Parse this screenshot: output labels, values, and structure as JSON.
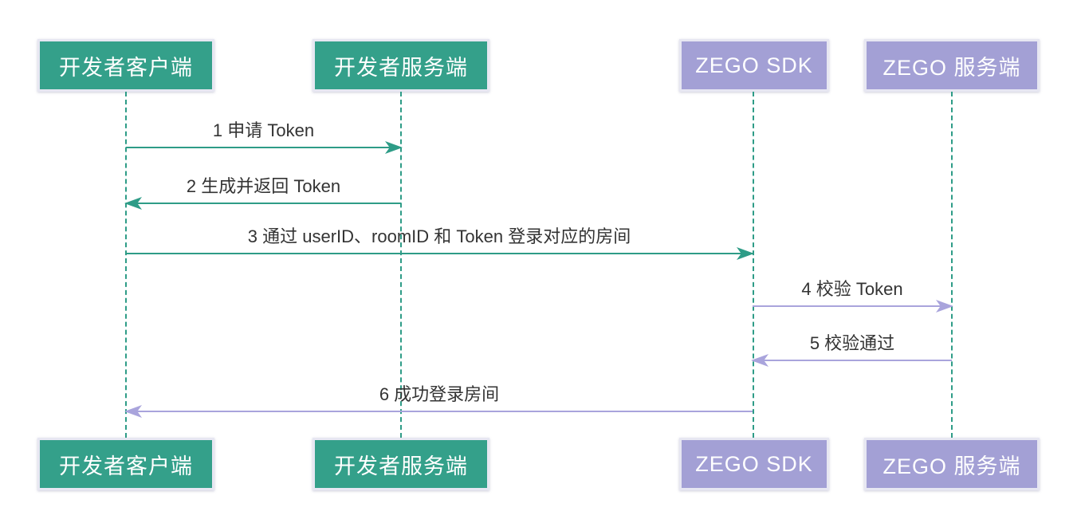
{
  "diagram": {
    "type": "sequence",
    "colors": {
      "developer_actor_fill": "#34a08a",
      "developer_arrow": "#2e9c87",
      "zego_actor_fill": "#a3a0d5",
      "zego_arrow": "#a9a4dc",
      "lifeline": "#2e9c87",
      "actor_text": "#ffffff",
      "message_text": "#333333",
      "background": "#ffffff"
    },
    "actors": [
      {
        "id": "developer-client",
        "label": "开发者客户端",
        "group": "developer"
      },
      {
        "id": "developer-server",
        "label": "开发者服务端",
        "group": "developer"
      },
      {
        "id": "zego-sdk",
        "label": "ZEGO SDK",
        "group": "zego"
      },
      {
        "id": "zego-server",
        "label": "ZEGO 服务端",
        "group": "zego"
      }
    ],
    "messages": [
      {
        "seq": 1,
        "label": "1 申请 Token",
        "from": "developer-client",
        "to": "developer-server",
        "style": "developer"
      },
      {
        "seq": 2,
        "label": "2 生成并返回 Token",
        "from": "developer-server",
        "to": "developer-client",
        "style": "developer"
      },
      {
        "seq": 3,
        "label": "3 通过 userID、roomID 和 Token 登录对应的房间",
        "from": "developer-client",
        "to": "zego-sdk",
        "style": "developer"
      },
      {
        "seq": 4,
        "label": "4 校验 Token",
        "from": "zego-sdk",
        "to": "zego-server",
        "style": "zego"
      },
      {
        "seq": 5,
        "label": "5 校验通过",
        "from": "zego-server",
        "to": "zego-sdk",
        "style": "zego"
      },
      {
        "seq": 6,
        "label": "6 成功登录房间",
        "from": "zego-sdk",
        "to": "developer-client",
        "style": "zego"
      }
    ]
  }
}
